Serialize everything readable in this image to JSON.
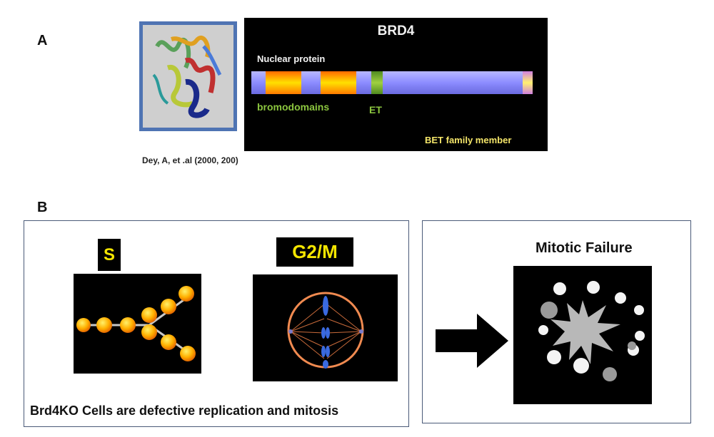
{
  "panel_a": {
    "letter": "A",
    "citation": "Dey, A, et .al (2000, 200)",
    "brd4": {
      "title": "BRD4",
      "nuclear_protein": "Nuclear  protein",
      "bromodomains": "bromodomains",
      "et": "ET",
      "bet_family": "BET family member"
    }
  },
  "panel_b": {
    "letter": "B",
    "s_label": "S",
    "g2m_label": "G2/M",
    "caption": "Brd4KO Cells are defective replication and mitosis",
    "mitotic_title": "Mitotic Failure"
  },
  "colors": {
    "domain_bar": "#8f8fff",
    "bromodomain": "#ff9a00",
    "et_domain": "#7fb52a",
    "cterm": "#f0e060",
    "label_yellow": "#f5e600",
    "frame_blue": "#4f74b3"
  }
}
